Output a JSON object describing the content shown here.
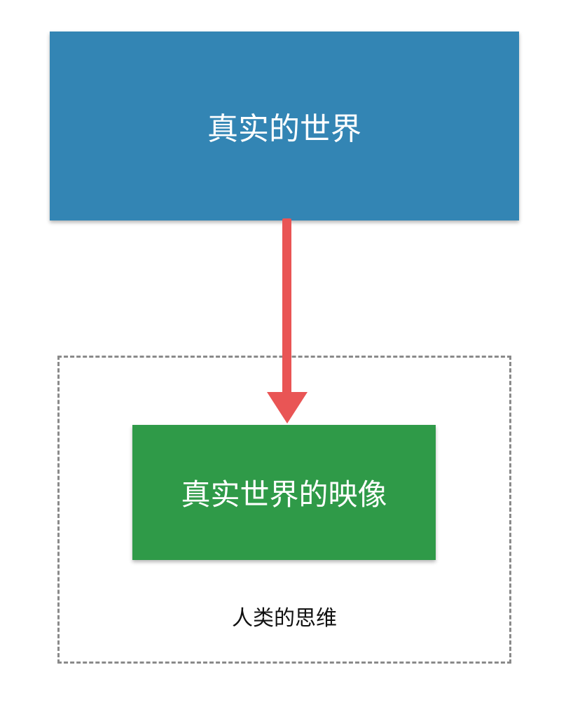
{
  "diagram": {
    "top_box": {
      "label": "真实的世界",
      "color": "#3385b4"
    },
    "inner_box": {
      "label": "真实世界的映像",
      "color": "#2f9a48"
    },
    "container": {
      "label": "人类的思维",
      "border_color": "#8a8a8a"
    },
    "arrow": {
      "color": "#e95555"
    }
  }
}
